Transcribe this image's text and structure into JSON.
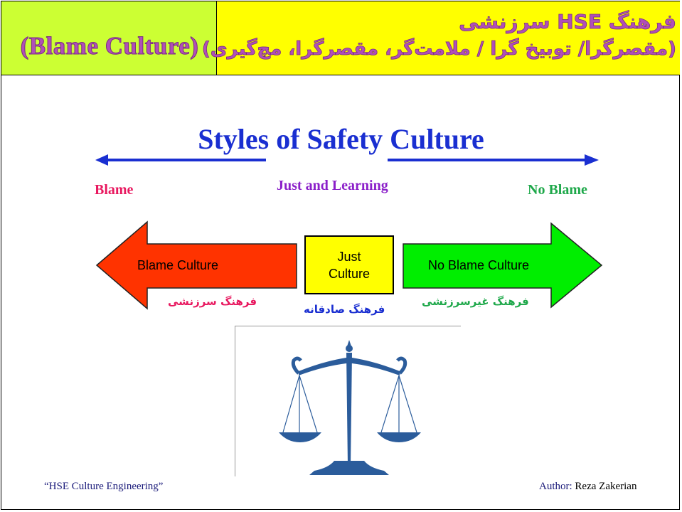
{
  "header": {
    "english_title": "(Blame Culture)",
    "persian_line1": "فرهنگ HSE سرزنشی",
    "persian_line2": "(مقصرگرا/ توبیخ گرا / ملامت‌گر، مقصرگرا، مچ‌گیری)"
  },
  "title": "Styles of Safety Culture",
  "spectrum": {
    "left_label": "Blame",
    "center_label": "Just and Learning",
    "right_label": "No Blame"
  },
  "arrows": {
    "blame": {
      "label": "Blame Culture",
      "persian": "فرهنگ سرزنشی",
      "color": "#ff3300"
    },
    "just": {
      "line1": "Just",
      "line2": "Culture",
      "persian": "فرهنگ صادقانه",
      "color": "#ffff00"
    },
    "no_blame": {
      "label": "No Blame Culture",
      "persian": "فرهنگ غیرسرزنشی",
      "color": "#00ee00"
    }
  },
  "colors": {
    "blame_text": "#e8185f",
    "just_text": "#8b1fc9",
    "noblame_text": "#1ea84a",
    "title": "#1a2fd1",
    "scale": "#2b5c9b"
  },
  "footer": {
    "left": "“HSE Culture Engineering”",
    "author_label": "Author:",
    "author_name": "Reza Zakerian"
  }
}
